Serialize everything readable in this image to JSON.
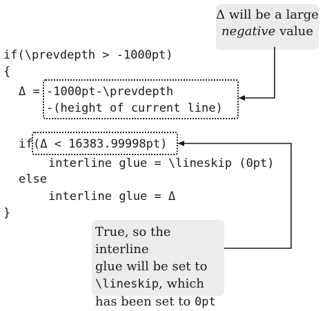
{
  "code": {
    "line_if": "if(\\prevdepth > -1000pt)",
    "line_open": "{",
    "delta_lhs": "Δ =",
    "delta_rhs_1": "-1000pt-\\prevdepth",
    "delta_rhs_2": "-(height of current line)",
    "line_if2_kw": "if",
    "line_if2_cond": "(Δ < 16383.99998pt)",
    "line_glue_lineskip": "interline glue = \\lineskip (0pt)",
    "line_else": "else",
    "line_glue_delta": "interline glue = Δ",
    "line_close": "}"
  },
  "callouts": {
    "top": {
      "line1": "Δ will be a large",
      "line2_em": "negative",
      "line2_rest": " value"
    },
    "bottom": {
      "line1": "True, so the interline",
      "line2": "glue will be set to",
      "line3_code": "\\lineskip",
      "line3_rest": ", which",
      "line4_pre": "has been set to ",
      "line4_code": "0pt"
    }
  },
  "colors": {
    "text": "#1a1a1a",
    "callout_bg": "#ececec"
  }
}
